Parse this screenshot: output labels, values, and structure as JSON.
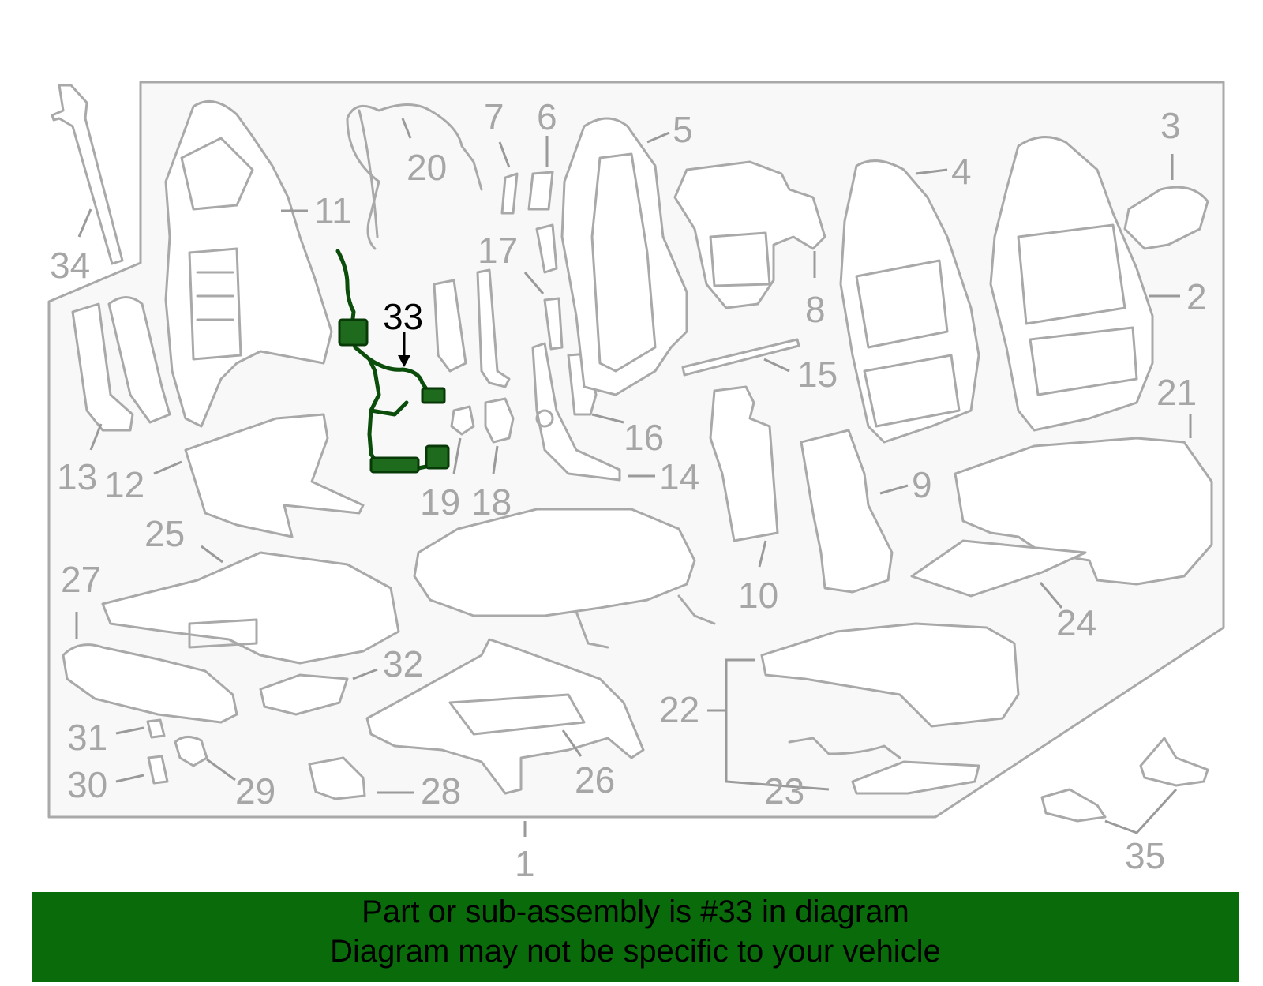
{
  "callouts": {
    "c1": "1",
    "c2": "2",
    "c3": "3",
    "c4": "4",
    "c5": "5",
    "c6": "6",
    "c7": "7",
    "c8": "8",
    "c9": "9",
    "c10": "10",
    "c11": "11",
    "c12": "12",
    "c13": "13",
    "c14": "14",
    "c15": "15",
    "c16": "16",
    "c17": "17",
    "c18": "18",
    "c19": "19",
    "c20": "20",
    "c21": "21",
    "c22": "22",
    "c23": "23",
    "c24": "24",
    "c25": "25",
    "c26": "26",
    "c27": "27",
    "c28": "28",
    "c29": "29",
    "c30": "30",
    "c31": "31",
    "c32": "32",
    "c33": "33",
    "c34": "34",
    "c35": "35"
  },
  "highlight": {
    "part_number": "33",
    "color": "#0a6b0a"
  },
  "colors": {
    "line_art": "#a9a9a9",
    "banner_bg": "#0a6b0a",
    "highlight_part": "#1e6b1e"
  },
  "banner": {
    "line1": "Part or sub-assembly is #33 in diagram",
    "line2": "Diagram may not be specific to your vehicle"
  }
}
